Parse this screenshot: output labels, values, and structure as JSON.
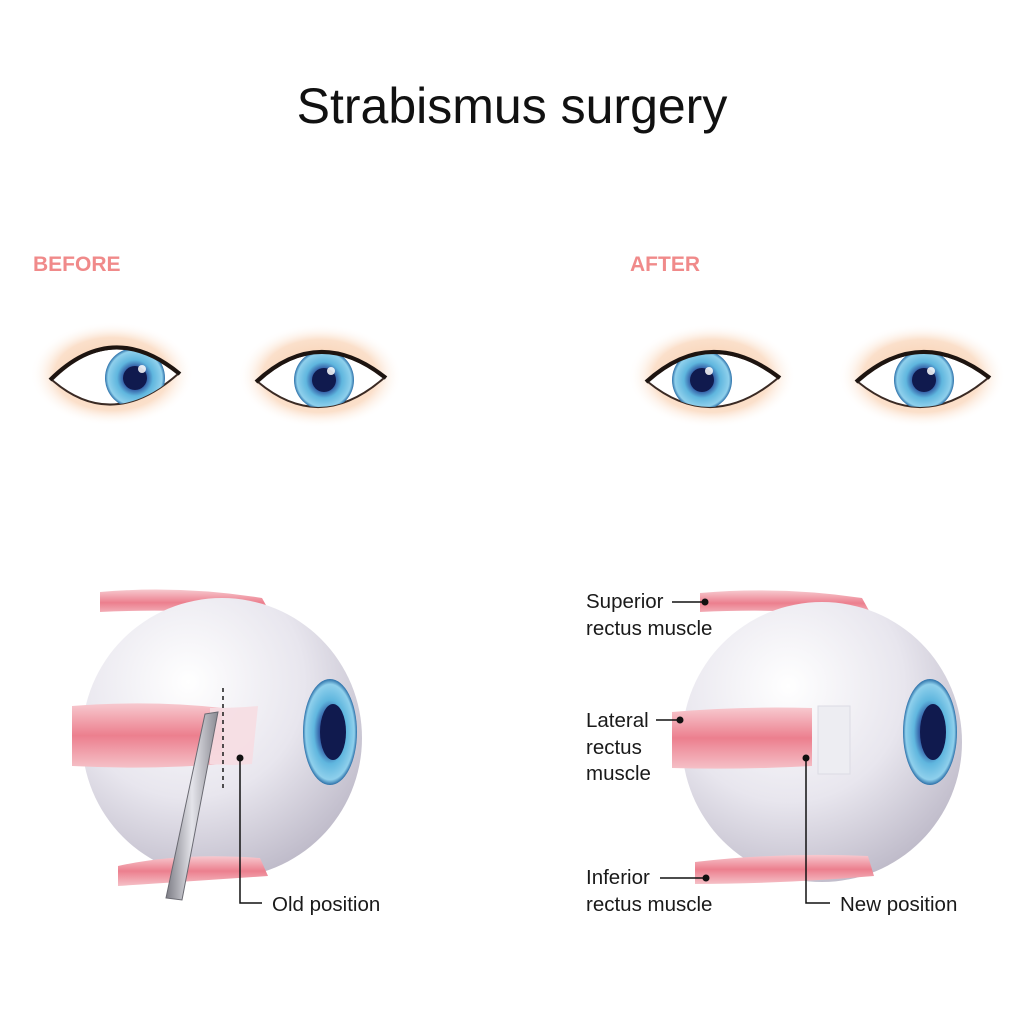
{
  "title": "Strabismus surgery",
  "before_label": "BEFORE",
  "after_label": "AFTER",
  "labels": {
    "old_position": "Old position",
    "new_position": "New position",
    "superior_1": "Superior",
    "superior_2": "rectus muscle",
    "lateral_1": "Lateral",
    "lateral_2": "rectus",
    "lateral_3": "muscle",
    "inferior_1": "Inferior",
    "inferior_2": "rectus muscle"
  },
  "colors": {
    "phase_label": "#f08a8a",
    "iris": "#4aa8d8",
    "pupil": "#1a2a6e",
    "muscle": "#ef8f9c",
    "skin": "#fbe3cf",
    "tendon_stump": "#ececf1"
  }
}
